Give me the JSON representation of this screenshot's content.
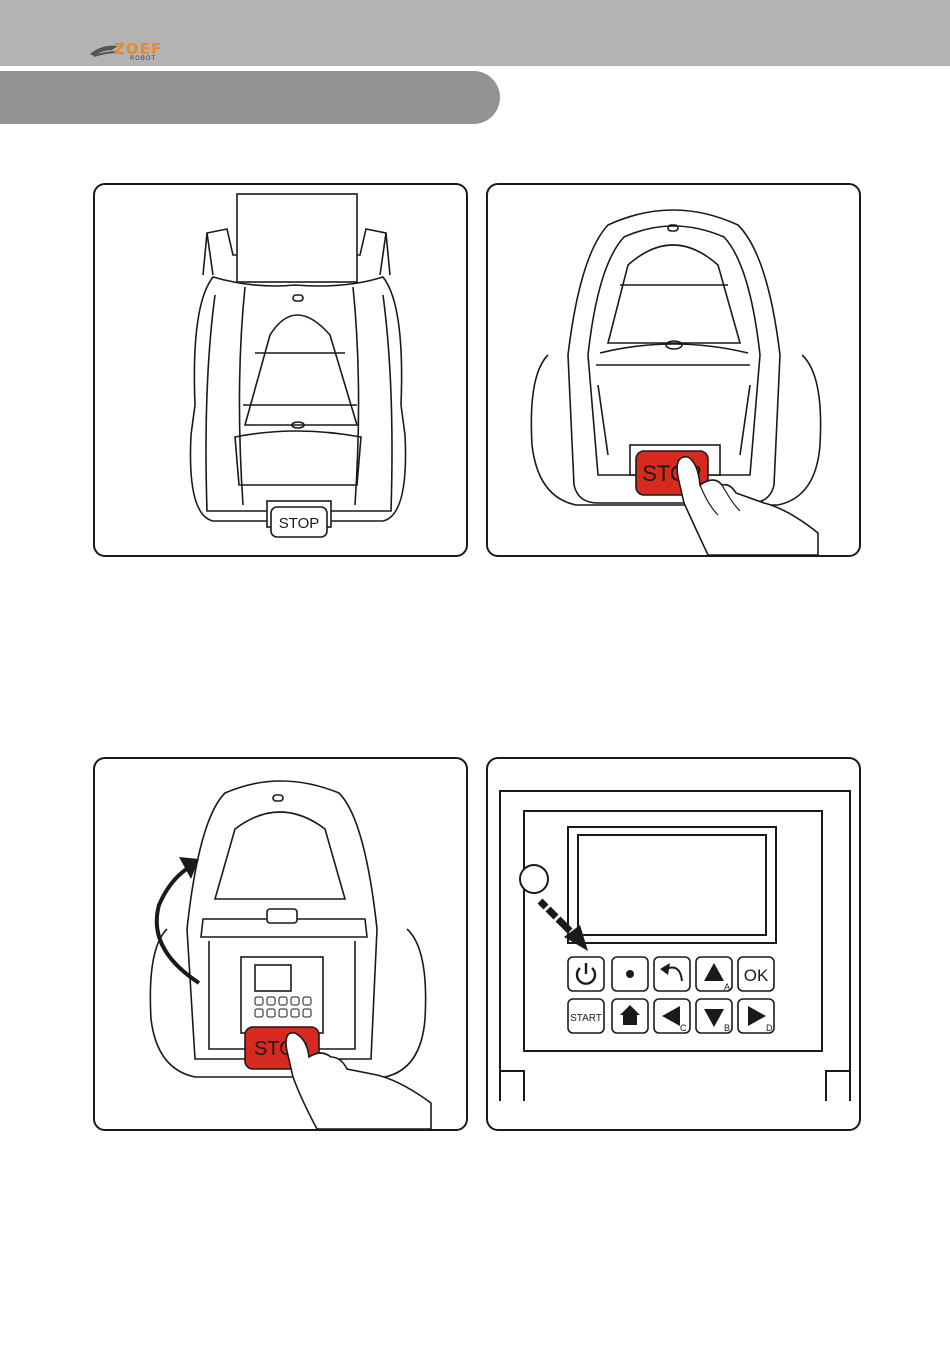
{
  "header": {
    "brand_name": "ZOEF",
    "brand_sub": "ROBOT"
  },
  "panel_1": {
    "stop_label": "STOP"
  },
  "panel_2": {
    "stop_label": "STOP"
  },
  "panel_3": {
    "stop_label": "STOP"
  },
  "panel_4": {
    "start_label": "START",
    "ok_label": "OK",
    "key_a": "A",
    "key_b": "B",
    "key_c": "C",
    "key_d": "D"
  },
  "colors": {
    "header_gray": "#b3b3b3",
    "section_gray": "#939393",
    "stop_red": "#d8291e",
    "logo_orange": "#e8892b"
  }
}
